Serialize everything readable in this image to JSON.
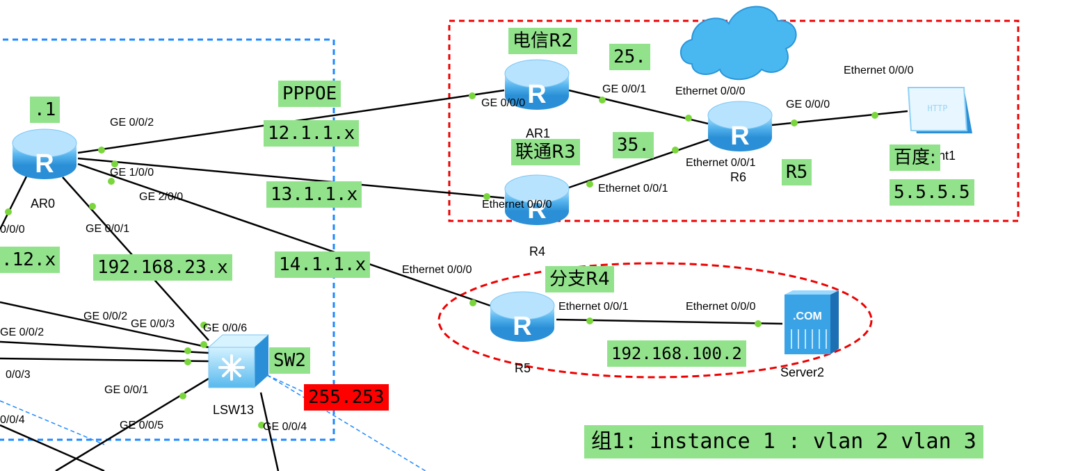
{
  "devices": {
    "ar0": "AR0",
    "ar1": "AR1",
    "r6": "R6",
    "r4": "R4",
    "r5": "R5",
    "lsw13": "LSW13",
    "client1": "Client1",
    "server2": "Server2",
    "cloud": "cloud-icon",
    "router": "router-icon",
    "switch": "switch-icon",
    "http_client": "http-client-icon",
    "server": "server-icon"
  },
  "ports": {
    "ar0_ge002": "GE 0/0/2",
    "ar0_ge100": "GE 1/0/0",
    "ar0_ge200": "GE 2/0/0",
    "ar0_ge001": "GE 0/0/1",
    "ar0_left": "0/0/0",
    "ar1_ge000": "GE 0/0/0",
    "ar1_ge001": "GE 0/0/1",
    "r6_eth000_top": "Ethernet 0/0/0",
    "r6_ge000": "GE 0/0/0",
    "r6_eth001": "Ethernet 0/0/1",
    "client_eth000": "Ethernet 0/0/0",
    "r4_eth001": "Ethernet 0/0/1",
    "r4_eth000": "Ethernet 0/0/0",
    "r5_eth000_left": "Ethernet 0/0/0",
    "r5_eth001": "Ethernet 0/0/1",
    "server_eth000": "Ethernet 0/0/0",
    "sw_ge002": "GE 0/0/2",
    "sw_ge003": "GE 0/0/3",
    "sw_ge006": "GE 0/0/6",
    "sw_ge001": "GE 0/0/1",
    "sw_ge005": "GE 0/0/5",
    "sw_ge004": "GE 0/0/4",
    "left_ge002": "GE 0/0/2",
    "left_003": "0/0/3",
    "left_004": "0/0/4"
  },
  "boxes": {
    "ar0_dot1": ".1",
    "pppoe": "PPPOE",
    "net12": "12.1.1.x",
    "net13": "13.1.1.x",
    "net14": "14.1.1.x",
    "net192_23": "192.168.23.x",
    "left12": ".12.x",
    "telecom": "电信R2",
    "unicom": "联通R3",
    "n25": "25.",
    "n35": "35.",
    "r5": "R5",
    "baidu": "百度:",
    "baidu_ip": "5.5.5.5",
    "branch": "分支R4",
    "net100": "192.168.100.2",
    "sw2": "SW2",
    "mask": "255.253",
    "mstp": "组1: instance 1 : vlan 2 vlan 3"
  },
  "colors": {
    "label_bg": "#92e28c",
    "alert_bg": "#ff0000",
    "zone_red": "#ff0000",
    "zone_blue": "#1e88ff",
    "device": "#3aa3e6"
  }
}
